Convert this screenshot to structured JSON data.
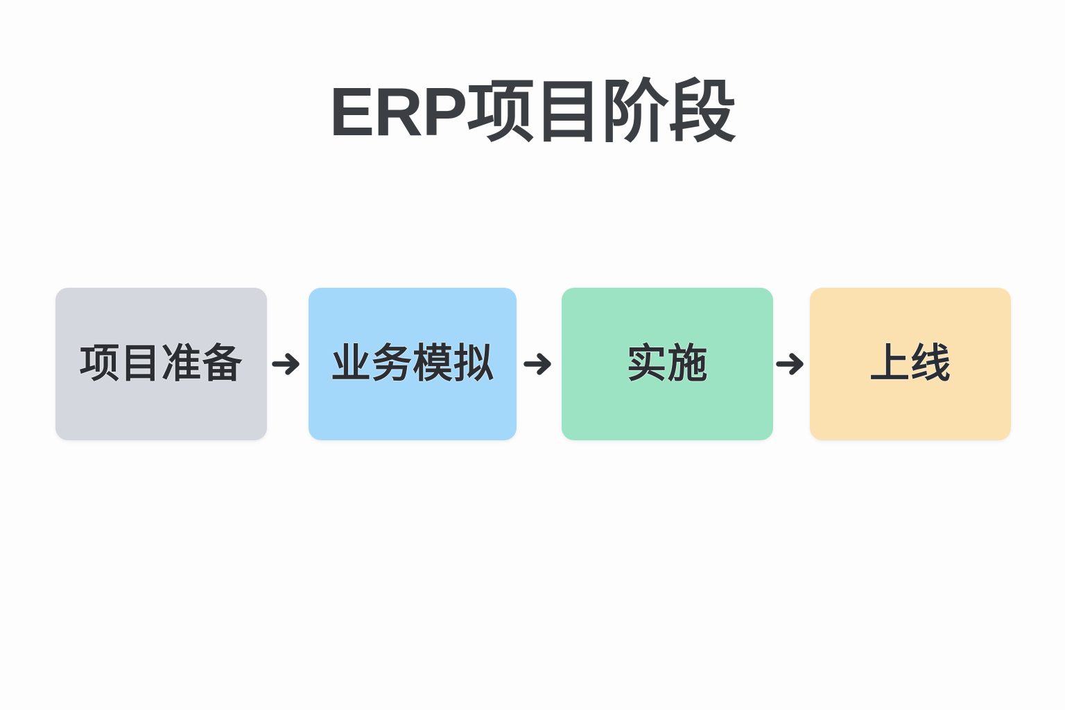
{
  "page": {
    "title": "ERP项目阶段",
    "background_color": "#fdfdfd",
    "title_color": "#3b3f43"
  },
  "diagram_data": {
    "type": "flow",
    "orientation": "horizontal",
    "title": "ERP项目阶段",
    "node_count": 4,
    "connector_glyph": "→",
    "connector_color": "#2f3337",
    "nodes": [
      {
        "id": "stage-1",
        "label": "项目准备",
        "fill": "#d4d8de",
        "text_color": "#2b2f34",
        "order": 1
      },
      {
        "id": "stage-2",
        "label": "业务模拟",
        "fill": "#a3d8fb",
        "text_color": "#2b2f34",
        "order": 2
      },
      {
        "id": "stage-3",
        "label": "实施",
        "fill": "#9ce3c4",
        "text_color": "#2b2f34",
        "order": 3
      },
      {
        "id": "stage-4",
        "label": "上线",
        "fill": "#fbe0b0",
        "text_color": "#2b2f34",
        "order": 4
      }
    ],
    "edges": [
      {
        "from": "stage-1",
        "to": "stage-2",
        "label": ""
      },
      {
        "from": "stage-2",
        "to": "stage-3",
        "label": ""
      },
      {
        "from": "stage-3",
        "to": "stage-4",
        "label": ""
      }
    ]
  }
}
